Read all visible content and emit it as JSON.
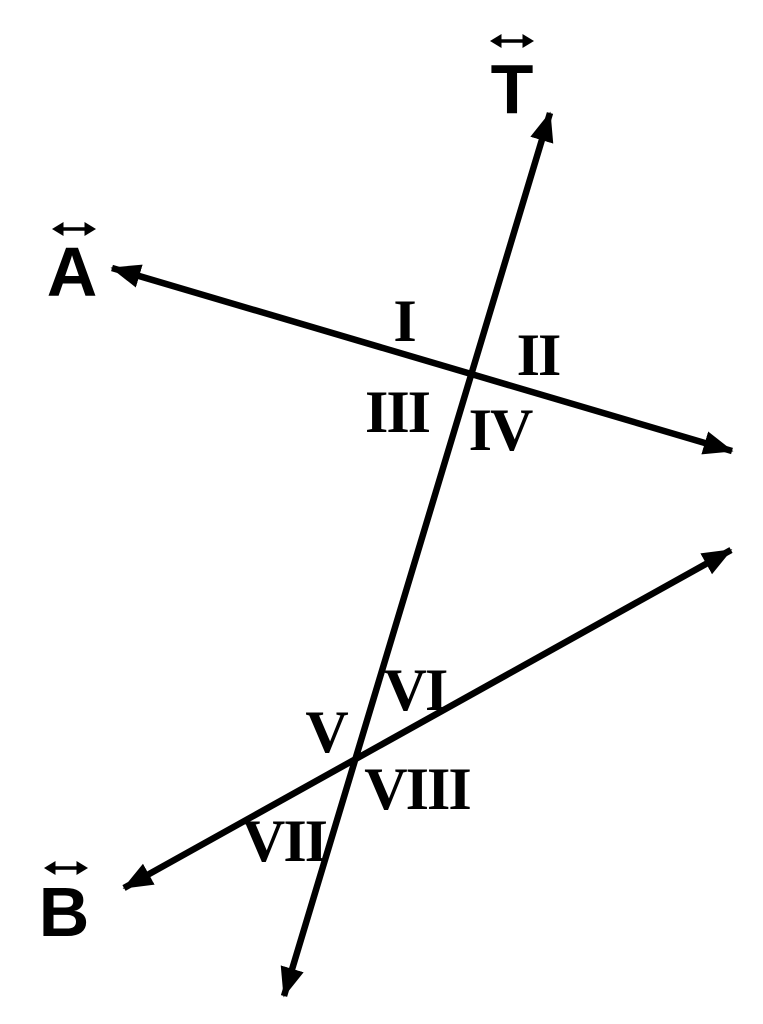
{
  "canvas": {
    "background_color": "#ffffff",
    "ink_color": "#000000"
  },
  "diagram": {
    "line_labels": [
      {
        "label": "T"
      },
      {
        "label": "A"
      },
      {
        "label": "B"
      }
    ],
    "angle_labels": [
      {
        "label": "I",
        "intersection": "T-A",
        "quadrant": "upper-left"
      },
      {
        "label": "II",
        "intersection": "T-A",
        "quadrant": "upper-right"
      },
      {
        "label": "III",
        "intersection": "T-A",
        "quadrant": "lower-left"
      },
      {
        "label": "IV",
        "intersection": "T-A",
        "quadrant": "lower-right"
      },
      {
        "label": "V",
        "intersection": "T-B",
        "quadrant": "upper-left"
      },
      {
        "label": "VI",
        "intersection": "T-B",
        "quadrant": "upper-right"
      },
      {
        "label": "VII",
        "intersection": "T-B",
        "quadrant": "lower-left"
      },
      {
        "label": "VIII",
        "intersection": "T-B",
        "quadrant": "lower-right"
      }
    ],
    "icons": {
      "double_arrow": "↔",
      "line_end": "filled-triangle-arrowhead"
    }
  }
}
